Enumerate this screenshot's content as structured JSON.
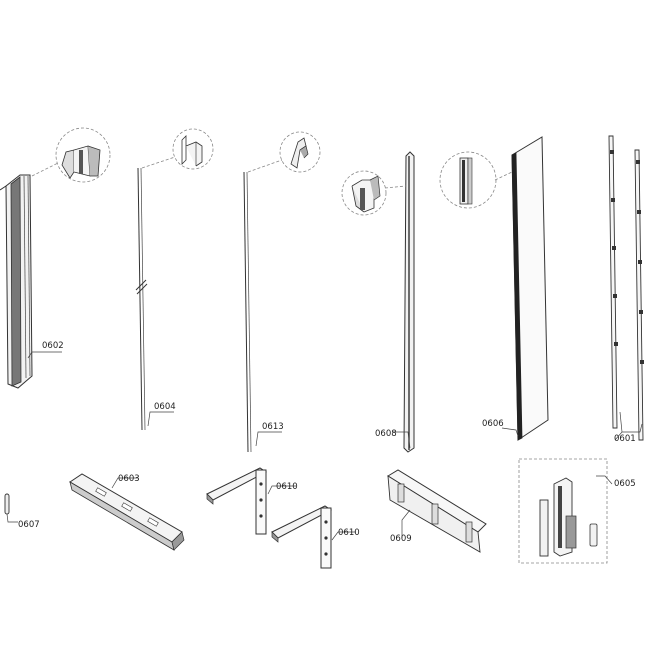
{
  "parts": [
    {
      "name": "part-0602",
      "label": "0602"
    },
    {
      "name": "part-0604",
      "label": "0604"
    },
    {
      "name": "part-0613",
      "label": "0613"
    },
    {
      "name": "part-0608",
      "label": "0608"
    },
    {
      "name": "part-0606",
      "label": "0606"
    },
    {
      "name": "part-0601",
      "label": "0601"
    },
    {
      "name": "part-0607",
      "label": "0607"
    },
    {
      "name": "part-0603",
      "label": "0603"
    },
    {
      "name": "part-0610-a",
      "label": "0610"
    },
    {
      "name": "part-0610-b",
      "label": "0610"
    },
    {
      "name": "part-0609",
      "label": "0609"
    },
    {
      "name": "part-0605",
      "label": "0605"
    }
  ]
}
